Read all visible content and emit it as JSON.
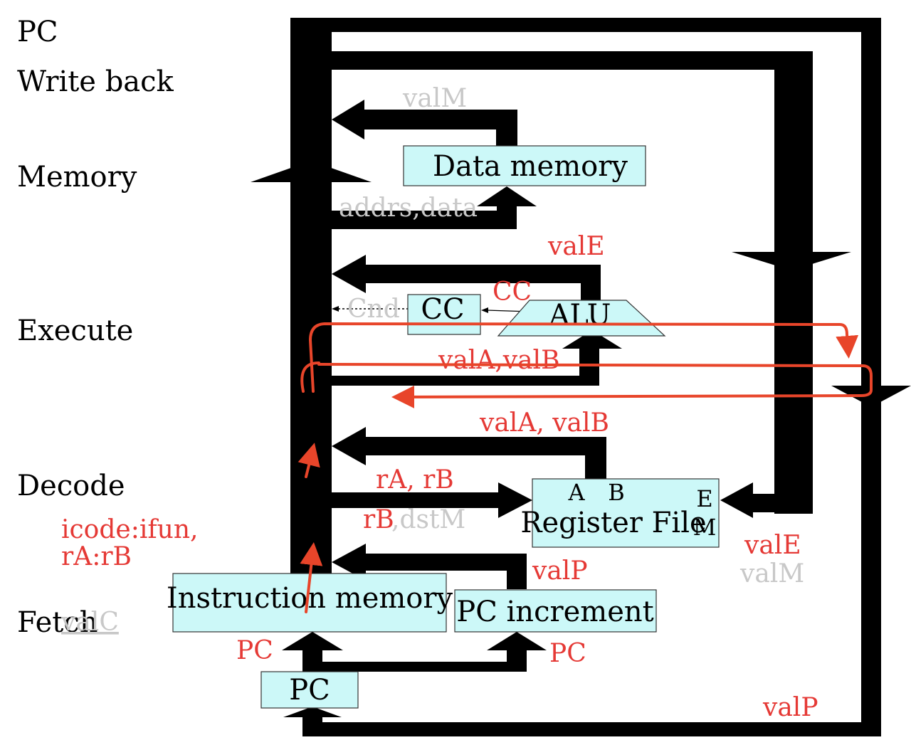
{
  "stages": {
    "pc": "PC",
    "write_back": "Write back",
    "memory": "Memory",
    "execute": "Execute",
    "decode": "Decode",
    "fetch": "Fetch"
  },
  "blocks": {
    "data_memory": "Data memory",
    "cc": "CC",
    "alu": "ALU",
    "register_file": "Register File",
    "register_port_a": "A",
    "register_port_b": "B",
    "register_port_e": "E",
    "register_port_m": "M",
    "instruction_memory": "Instruction memory",
    "pc_increment": "PC increment",
    "pc_register": "PC"
  },
  "signals": {
    "valM_top": "valM",
    "addrs_data": "addrs,data",
    "valE_alu_out": "valE",
    "cc_label": "CC",
    "cnd": "Cnd",
    "valA_valB_alu_in": "valA,valB",
    "valA_valB_regout": "valA, valB",
    "rA_rB": "rA, rB",
    "rB": "rB",
    "dstM": ",dstM",
    "valE_writeback": "valE",
    "valM_writeback": "valM",
    "icode_ifun": "icode:ifun,",
    "rA_rB_fields": "rA:rB",
    "valC": "valC",
    "valP_increment": "valP",
    "pc_to_imem": "PC",
    "pc_to_increment": "PC",
    "valP_bottom": "valP"
  },
  "colors": {
    "box_fill": "#ccf8f8",
    "active_signal": "#e53935",
    "inactive_signal": "#c8c8c8",
    "trace": "#e8452a"
  }
}
